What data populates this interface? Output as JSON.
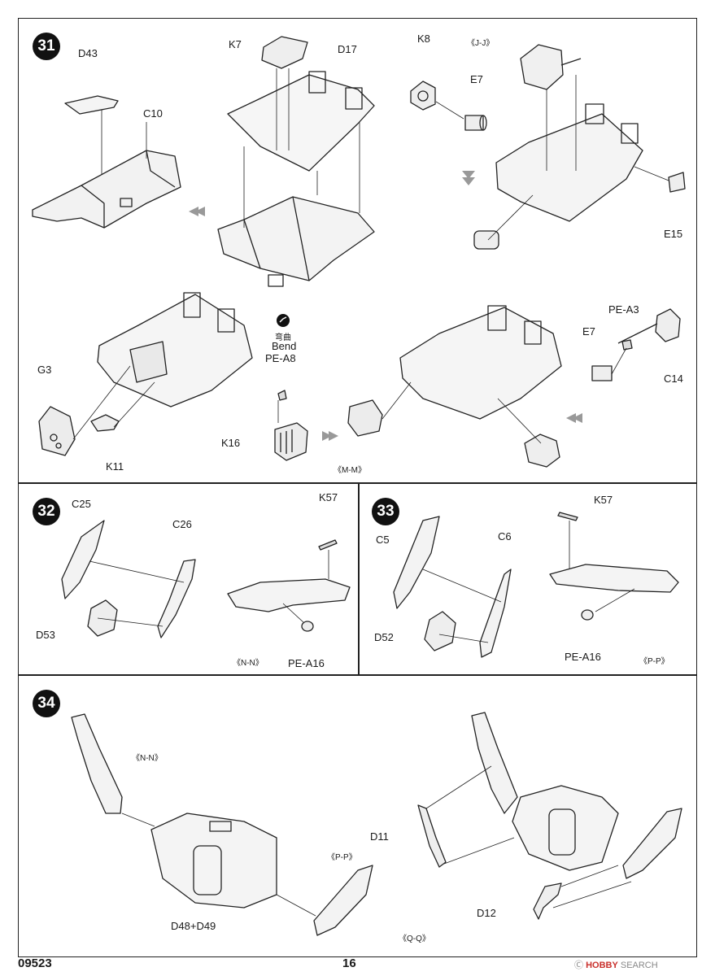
{
  "steps": [
    {
      "number": "31"
    },
    {
      "number": "32"
    },
    {
      "number": "33"
    },
    {
      "number": "34"
    }
  ],
  "step31": {
    "labels": {
      "d43": "D43",
      "c10": "C10",
      "k7": "K7",
      "d17": "D17",
      "k8": "K8",
      "jj": "《J-J》",
      "e7_top": "E7",
      "e15": "E15",
      "pea3": "PE-A3",
      "e7_right": "E7",
      "c14": "C14",
      "g3": "G3",
      "k11": "K11",
      "k16": "K16",
      "mm": "《M-M》",
      "bend_cn": "弯曲",
      "bend_en": "Bend",
      "pea8": "PE-A8"
    }
  },
  "step32": {
    "labels": {
      "c25": "C25",
      "c26": "C26",
      "d53": "D53",
      "k57": "K57",
      "nn": "《N-N》",
      "pea16": "PE-A16"
    }
  },
  "step33": {
    "labels": {
      "c5": "C5",
      "c6": "C6",
      "d52": "D52",
      "k57": "K57",
      "pea16": "PE-A16",
      "pp": "《P-P》"
    }
  },
  "step34": {
    "labels": {
      "nn": "《N-N》",
      "pp": "《P-P》",
      "d48": "D48+D49",
      "d11": "D11",
      "d12": "D12",
      "qq": "《Q-Q》"
    }
  },
  "footer": {
    "code": "09523",
    "page": "16",
    "watermark_brand": "HOBBY",
    "watermark_rest": " SEARCH",
    "watermark_mark": "Ⓒ"
  }
}
